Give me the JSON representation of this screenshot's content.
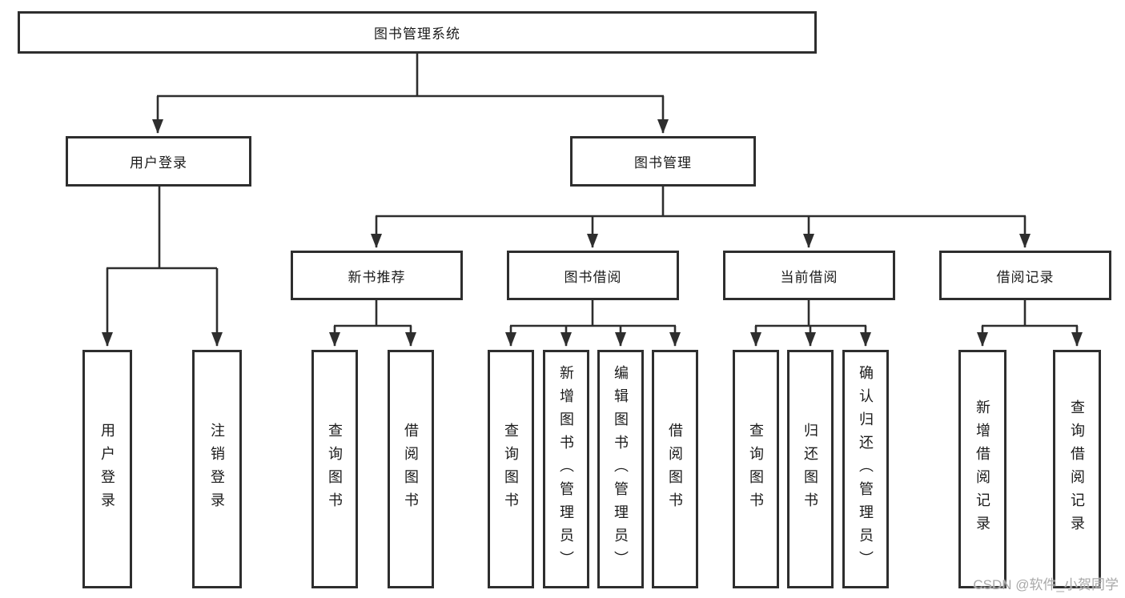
{
  "nodes": {
    "root": {
      "label": "图书管理系统"
    },
    "user_login": {
      "label": "用户登录"
    },
    "book_mgmt": {
      "label": "图书管理"
    },
    "new_book_rec": {
      "label": "新书推荐"
    },
    "book_borrow": {
      "label": "图书借阅"
    },
    "current_borrow": {
      "label": "当前借阅"
    },
    "borrow_record": {
      "label": "借阅记录"
    },
    "leaf_user_login": {
      "label": "用户登录"
    },
    "leaf_logout": {
      "label": "注销登录"
    },
    "leaf_nb_query": {
      "label": "查询图书"
    },
    "leaf_nb_borrow": {
      "label": "借阅图书"
    },
    "leaf_bb_query": {
      "label": "查询图书"
    },
    "leaf_bb_add": {
      "label": "新增图书（管理员）"
    },
    "leaf_bb_edit": {
      "label": "编辑图书（管理员）"
    },
    "leaf_bb_borrow": {
      "label": "借阅图书"
    },
    "leaf_cb_query": {
      "label": "查询图书"
    },
    "leaf_cb_return": {
      "label": "归还图书"
    },
    "leaf_cb_confirm": {
      "label": "确认归还（管理员）"
    },
    "leaf_br_add": {
      "label": "新增借阅记录"
    },
    "leaf_br_query": {
      "label": "查询借阅记录"
    }
  },
  "watermark": "CSDN @软件_小贺同学",
  "colors": {
    "line": "#2e2e2e",
    "box_border": "#2e2e2e",
    "text": "#1b1b1b",
    "watermark": "#a9a9a9",
    "background": "#ffffff"
  }
}
